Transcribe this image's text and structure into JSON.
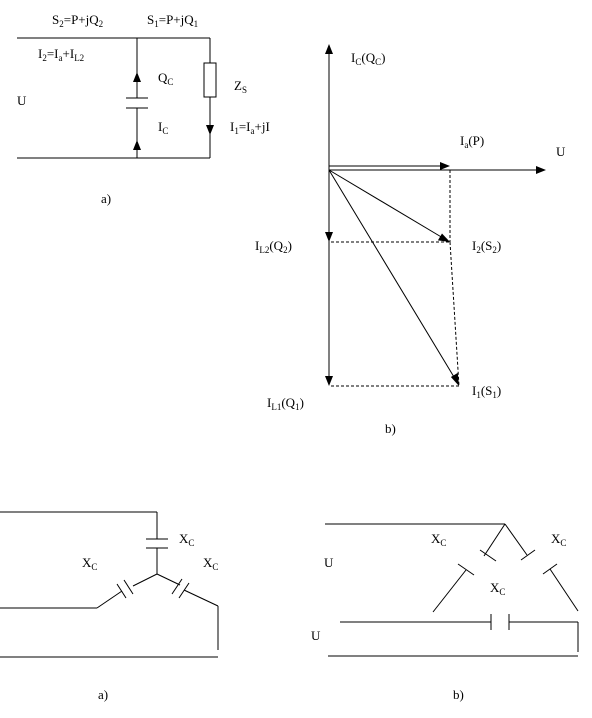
{
  "fig1": {
    "s2": {
      "a": "S",
      "b": "2",
      "c": "=P+jQ",
      "d": "2"
    },
    "s1": {
      "a": "S",
      "b": "1",
      "c": "=P+jQ",
      "d": "1"
    },
    "i2": {
      "a": "I",
      "b": "2",
      "c": "=I",
      "d": "a",
      "e": "+I",
      "f": "L2"
    },
    "u": "U",
    "qc": {
      "a": "Q",
      "b": "C"
    },
    "ic": {
      "a": "I",
      "b": "C"
    },
    "zs": {
      "a": "Z",
      "b": "S"
    },
    "i1": {
      "a": "I",
      "b": "1",
      "c": "=I",
      "d": "a",
      "e": "+jI"
    },
    "caption": "a)"
  },
  "fig2": {
    "ic_qc": {
      "a": "I",
      "b": "C",
      "c": "(Q",
      "d": "C",
      "e": ")"
    },
    "ia_p": {
      "a": "I",
      "b": "a",
      "c": "(P)"
    },
    "u": "U",
    "il2_q2": {
      "a": "I",
      "b": "L2",
      "c": "(Q",
      "d": "2",
      "e": ")"
    },
    "i2_s2": {
      "a": "I",
      "b": "2",
      "c": "(S",
      "d": "2",
      "e": ")"
    },
    "il1_q1": {
      "a": "I",
      "b": "L1",
      "c": "(Q",
      "d": "1",
      "e": ")"
    },
    "i1_s1": {
      "a": "I",
      "b": "1",
      "c": "(S",
      "d": "1",
      "e": ")"
    },
    "caption": "b)"
  },
  "fig3": {
    "xc_top": {
      "a": "X",
      "b": "C"
    },
    "xc_left": {
      "a": "X",
      "b": "C"
    },
    "xc_right": {
      "a": "X",
      "b": "C"
    },
    "caption": "a)"
  },
  "fig4": {
    "xc_left": {
      "a": "X",
      "b": "C"
    },
    "xc_right": {
      "a": "X",
      "b": "C"
    },
    "xc_mid": {
      "a": "X",
      "b": "C"
    },
    "u_top": "U",
    "u_bottom": "U",
    "caption": "b)"
  }
}
